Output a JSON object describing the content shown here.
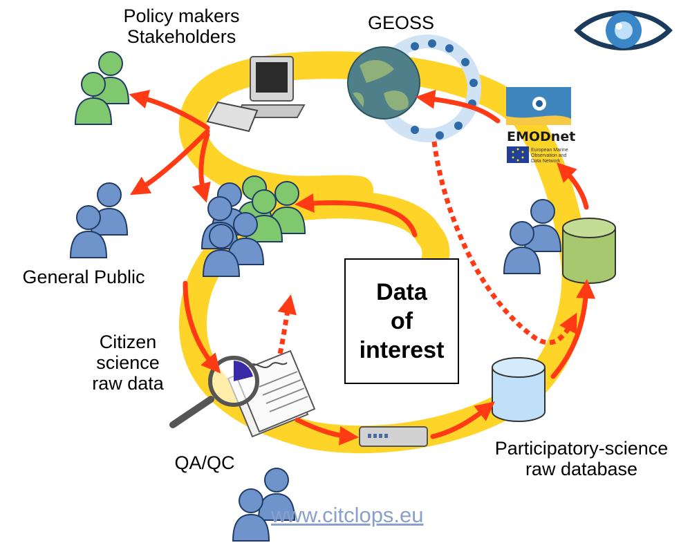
{
  "labels": {
    "policy": [
      "Policy makers",
      "Stakeholders"
    ],
    "geoss": "GEOSS",
    "general_public": "General Public",
    "citizen": [
      "Citizen",
      "science",
      "raw data"
    ],
    "qaqc": "QA/QC",
    "database": [
      "Participatory-science",
      "raw database"
    ]
  },
  "center_box": [
    "Data",
    "of",
    "interest"
  ],
  "website": "www.citclops.eu",
  "emodnet": {
    "name": "EMODnet",
    "subtitle": [
      "European Marine",
      "Observation and",
      "Data Network"
    ]
  },
  "colors": {
    "loop": "#fed428",
    "arrow": "#ff3a14",
    "person_blue": "#6f94cc",
    "person_green": "#7fc86e",
    "db_blue": "#bfe0f8",
    "db_green": "#a8c870",
    "eye": "#1a3b5c"
  },
  "icons": [
    "eye-logo-icon",
    "globe-icon",
    "computer-icon",
    "document-icon",
    "magnifier-icon",
    "server-icon",
    "database-icon"
  ]
}
